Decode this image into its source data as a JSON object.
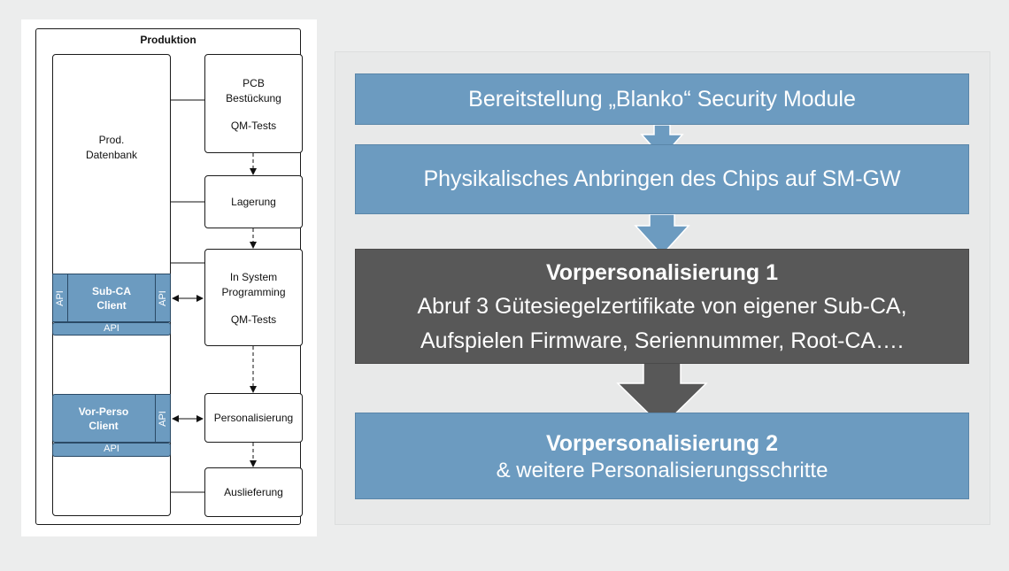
{
  "production": {
    "title": "Produktion",
    "database": {
      "line1": "Prod.",
      "line2": "Datenbank"
    },
    "steps": {
      "pcb": {
        "line1": "PCB",
        "line2": "Bestückung",
        "line3": "QM-Tests"
      },
      "lagerung": "Lagerung",
      "isp": {
        "line1": "In System",
        "line2": "Programming",
        "line3": "QM-Tests"
      },
      "personalisierung": "Personalisierung",
      "auslieferung": "Auslieferung"
    },
    "subca_client": {
      "line1": "Sub-CA",
      "line2": "Client",
      "api_left": "API",
      "api_right": "API",
      "api_bottom": "API"
    },
    "vorperso_client": {
      "line1": "Vor-Perso",
      "line2": "Client",
      "api_right": "API",
      "api_bottom": "API"
    }
  },
  "flow": {
    "step1": "Bereitstellung „Blanko“ Security Module",
    "step2": "Physikalisches Anbringen des Chips auf SM-GW",
    "step3": {
      "heading": "Vorpersonalisierung 1",
      "line1": "Abruf 3 Gütesiegelzertifikate von eigener Sub-CA,",
      "line2": "Aufspielen Firmware, Seriennummer, Root-CA…."
    },
    "step4": {
      "heading": "Vorpersonalisierung 2",
      "line1": "& weitere Personalisierungsschritte"
    }
  },
  "colors": {
    "blue": "#6c9bc0",
    "dark": "#585858",
    "background": "#eceded"
  }
}
